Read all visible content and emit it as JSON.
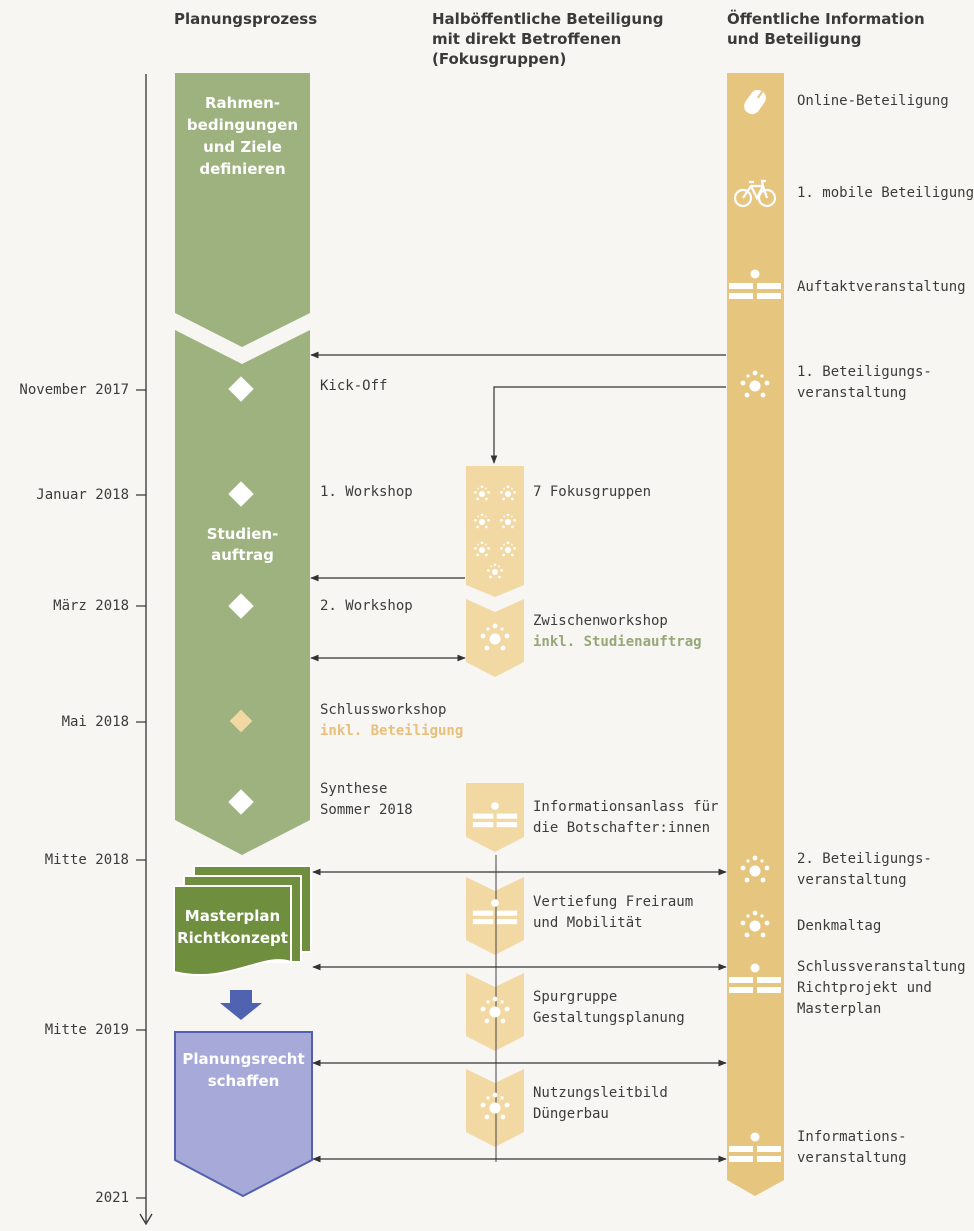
{
  "headers": {
    "col1": "Planungsprozess",
    "col2": "Halböffentliche Beteiligung\nmit direkt Betroffenen\n(Fokusgruppen)",
    "col3": "Öffentliche Information\nund Beteiligung"
  },
  "timeline": [
    "November 2017",
    "Januar 2018",
    "März 2018",
    "Mai 2018",
    "Mitte 2018",
    "Mitte 2019",
    "2021"
  ],
  "planning": {
    "phase1": "Rahmen-\nbedingungen\nund Ziele\ndefinieren",
    "phase2": "Studien-\nauftrag",
    "masterplan": "Masterplan\nRichtkonzept",
    "planungsrecht": "Planungsrecht\nschaffen",
    "milestones": {
      "kickoff": "Kick-Off",
      "workshop1": "1. Workshop",
      "workshop2": "2. Workshop",
      "schluss": "Schlussworkshop",
      "schluss_sub": "inkl. Beteiligung",
      "synthese": "Synthese\nSommer 2018"
    }
  },
  "focus": {
    "fokusgruppen": "7 Fokusgruppen",
    "zwischen": "Zwischenworkshop",
    "zwischen_sub": "inkl. Studienauftrag",
    "infoanlass": "Informationsanlass für\ndie Botschafter:innen",
    "vertiefung": "Vertiefung Freiraum\nund Mobilität",
    "spurgruppe": "Spurgruppe\nGestaltungsplanung",
    "nutzung": "Nutzungsleitbild\nDüngerbau"
  },
  "public": {
    "online": "Online-Beteiligung",
    "mobile": "1. mobile Beteiligung",
    "auftakt": "Auftaktveranstaltung",
    "bet1": "1. Beteiligungs-\nveranstaltung",
    "bet2": "2. Beteiligungs-\nveranstaltung",
    "denkmal": "Denkmaltag",
    "schlussv": "Schlussveranstaltung\nRichtprojekt und\nMasterplan",
    "info": "Informations-\nveranstaltung"
  },
  "colors": {
    "green": "#9db27f",
    "dark_green": "#6f8f3e",
    "peach": "#f2d9a4",
    "gold": "#e6c57f",
    "purple": "#a7a9d8",
    "blue_arrow": "#4f63b1",
    "accent_green_text": "#96a877",
    "accent_peach_text": "#e7c07b"
  }
}
